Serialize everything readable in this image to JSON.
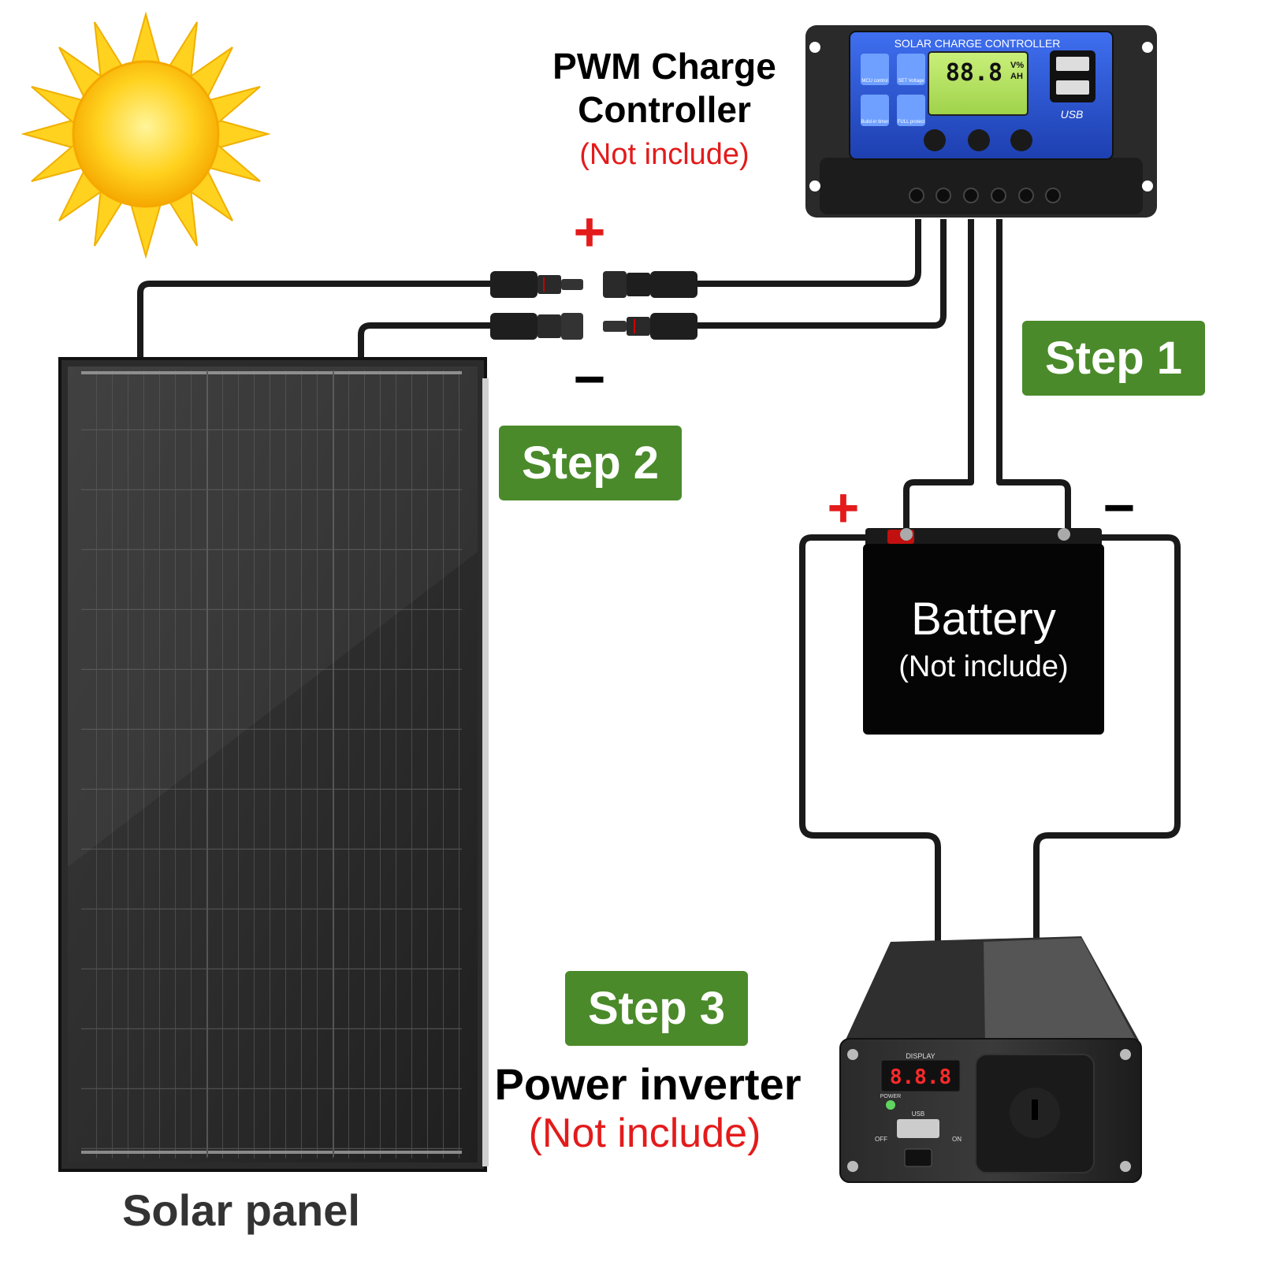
{
  "colors": {
    "step_green": "#4a8a2a",
    "not_include_red": "#e31b1b",
    "sign_red": "#e31b1b",
    "wire": "#1a1a1a",
    "controller_blue": "#2f5bd6",
    "sun_yellow": "#ffd21f"
  },
  "controller": {
    "title_line1": "PWM Charge",
    "title_line2": "Controller",
    "note": "(Not include)",
    "panel_header": "SOLAR CHARGE CONTROLLER",
    "lcd_digits": "88.8",
    "lcd_unit_top": "V%",
    "lcd_unit_bottom": "AH",
    "icon_mcu": "MCU control",
    "icon_set": "SET Voltage",
    "icon_timer": "Build-in timer",
    "icon_full": "FULL protect",
    "usb_label": "USB"
  },
  "steps": {
    "step1": "Step 1",
    "step2": "Step 2",
    "step3": "Step 3"
  },
  "connector_signs": {
    "plus": "+",
    "minus": "−"
  },
  "battery": {
    "title": "Battery",
    "note": "(Not include)",
    "plus": "+",
    "minus": "−"
  },
  "inverter": {
    "title": "Power inverter",
    "note": "(Not include)",
    "display_label": "DISPLAY",
    "display_digits": "8.8.8",
    "usb_label": "USB",
    "power_label": "POWER",
    "off_label": "OFF",
    "on_label": "ON"
  },
  "solar_panel": {
    "label": "Solar panel"
  }
}
